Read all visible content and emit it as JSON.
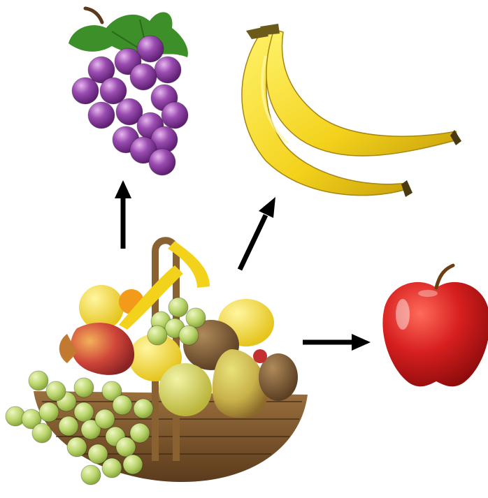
{
  "diagram": {
    "nodes": [
      {
        "id": "basket",
        "icon": "fruit-basket-icon"
      },
      {
        "id": "grapes",
        "icon": "grapes-icon"
      },
      {
        "id": "bananas",
        "icon": "bananas-icon"
      },
      {
        "id": "apple",
        "icon": "apple-icon"
      }
    ],
    "edges": [
      {
        "from": "basket",
        "to": "grapes"
      },
      {
        "from": "basket",
        "to": "bananas"
      },
      {
        "from": "basket",
        "to": "apple"
      }
    ]
  },
  "colors": {
    "arrow": "#000000",
    "grape_purple": "#8e3fa0",
    "grape_green": "#b8d36a",
    "banana_yellow": "#f3d21c",
    "apple_red": "#d71f1f",
    "leaf_green": "#3d8f2a",
    "basket_brown": "#7a5630"
  }
}
